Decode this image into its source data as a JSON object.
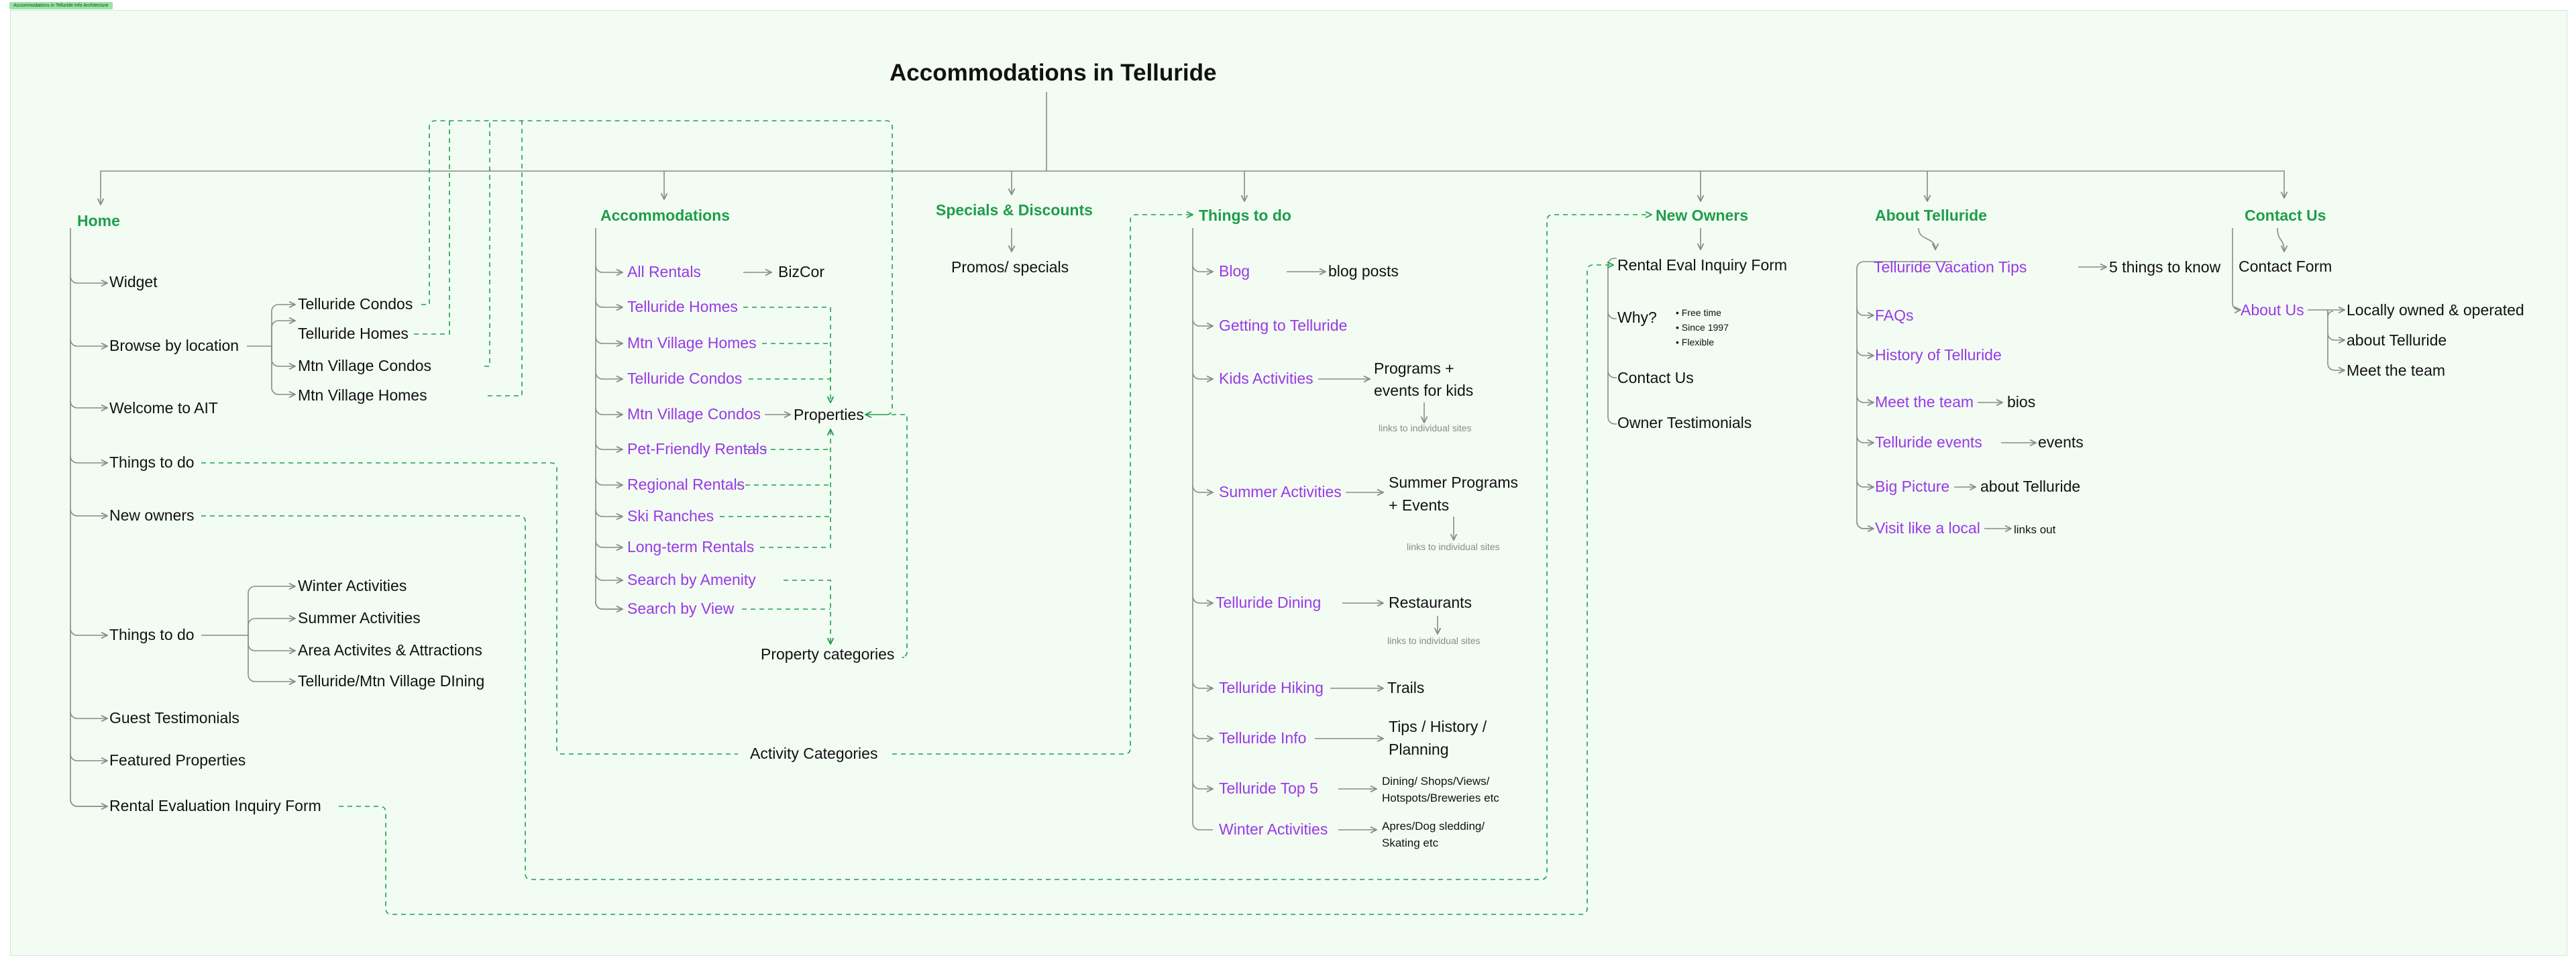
{
  "frame_label": "Accommodations in Telluride Info Architecture",
  "title": "Accommodations in Telluride",
  "colors": {
    "section_heading": "#1f9d4a",
    "page_link": "#9a39e6",
    "connector_solid": "#8a8a8a",
    "connector_dashed": "#1f9d4a",
    "board_background": "#f2fcf3"
  },
  "home": {
    "heading": "Home",
    "items": [
      "Widget",
      "Browse by location",
      "Welcome to AIT",
      "Things to do",
      "New owners",
      "Things to do",
      "Guest Testimonials",
      "Featured Properties",
      "Rental Evaluation Inquiry Form"
    ],
    "browse_by_location": [
      "Telluride Condos",
      "Telluride Homes",
      "Mtn Village Condos",
      "Mtn Village Homes"
    ],
    "things_to_do": [
      "Winter Activities",
      "Summer Activities",
      "Area Activites & Attractions",
      "Telluride/Mtn Village DIning"
    ]
  },
  "accommodations": {
    "heading": "Accommodations",
    "items": [
      "All Rentals",
      "Telluride Homes",
      "Mtn Village Homes",
      "Telluride Condos",
      "Mtn Village Condos",
      "Pet-Friendly Rentals",
      "Regional Rentals",
      "Ski Ranches",
      "Long-term Rentals",
      "Search by Amenity",
      "Search by View"
    ],
    "bizcor": "BizCor",
    "properties": "Properties",
    "property_categories": "Property categories"
  },
  "specials": {
    "heading": "Specials & Discounts",
    "child": "Promos/ specials"
  },
  "activity_categories": "Activity Categories",
  "things_to_do": {
    "heading": "Things to do",
    "items": [
      "Blog",
      "Getting to Telluride",
      "Kids Activities",
      "Summer Activities",
      "Telluride Dining",
      "Telluride Hiking",
      "Telluride Info",
      "Telluride Top 5",
      "Winter Activities"
    ],
    "blog_posts": "blog posts",
    "kids_detail": [
      "Programs +",
      "events for kids"
    ],
    "summer_detail": [
      "Summer Programs",
      "+ Events"
    ],
    "links_to_sites": "links to individual sites",
    "restaurants": "Restaurants",
    "trails": "Trails",
    "info_detail": [
      "Tips / History /",
      "Planning"
    ],
    "top5_detail": [
      "Dining/ Shops/Views/",
      "Hotspots/Breweries etc"
    ],
    "winter_detail": [
      "Apres/Dog sledding/",
      "Skating etc"
    ]
  },
  "new_owners": {
    "heading": "New Owners",
    "items": [
      "Rental Eval Inquiry Form",
      "Why?",
      "Contact Us",
      "Owner Testimonials"
    ],
    "why_bullets": [
      "Free time",
      "Since 1997",
      "Flexible"
    ]
  },
  "about": {
    "heading": "About Telluride",
    "items": [
      "Telluride Vacation Tips",
      "FAQs",
      "History of Telluride",
      "Meet the team",
      "Telluride events",
      "Big Picture",
      "Visit like a local"
    ],
    "details": {
      "tips": "5 things to know",
      "team": "bios",
      "events": "events",
      "big_picture": "about Telluride",
      "local": "links out"
    }
  },
  "contact": {
    "heading": "Contact Us",
    "contact_form": "Contact Form",
    "about_us": "About Us",
    "about_children": [
      "Locally owned & operated",
      "about Telluride",
      "Meet the team"
    ]
  }
}
